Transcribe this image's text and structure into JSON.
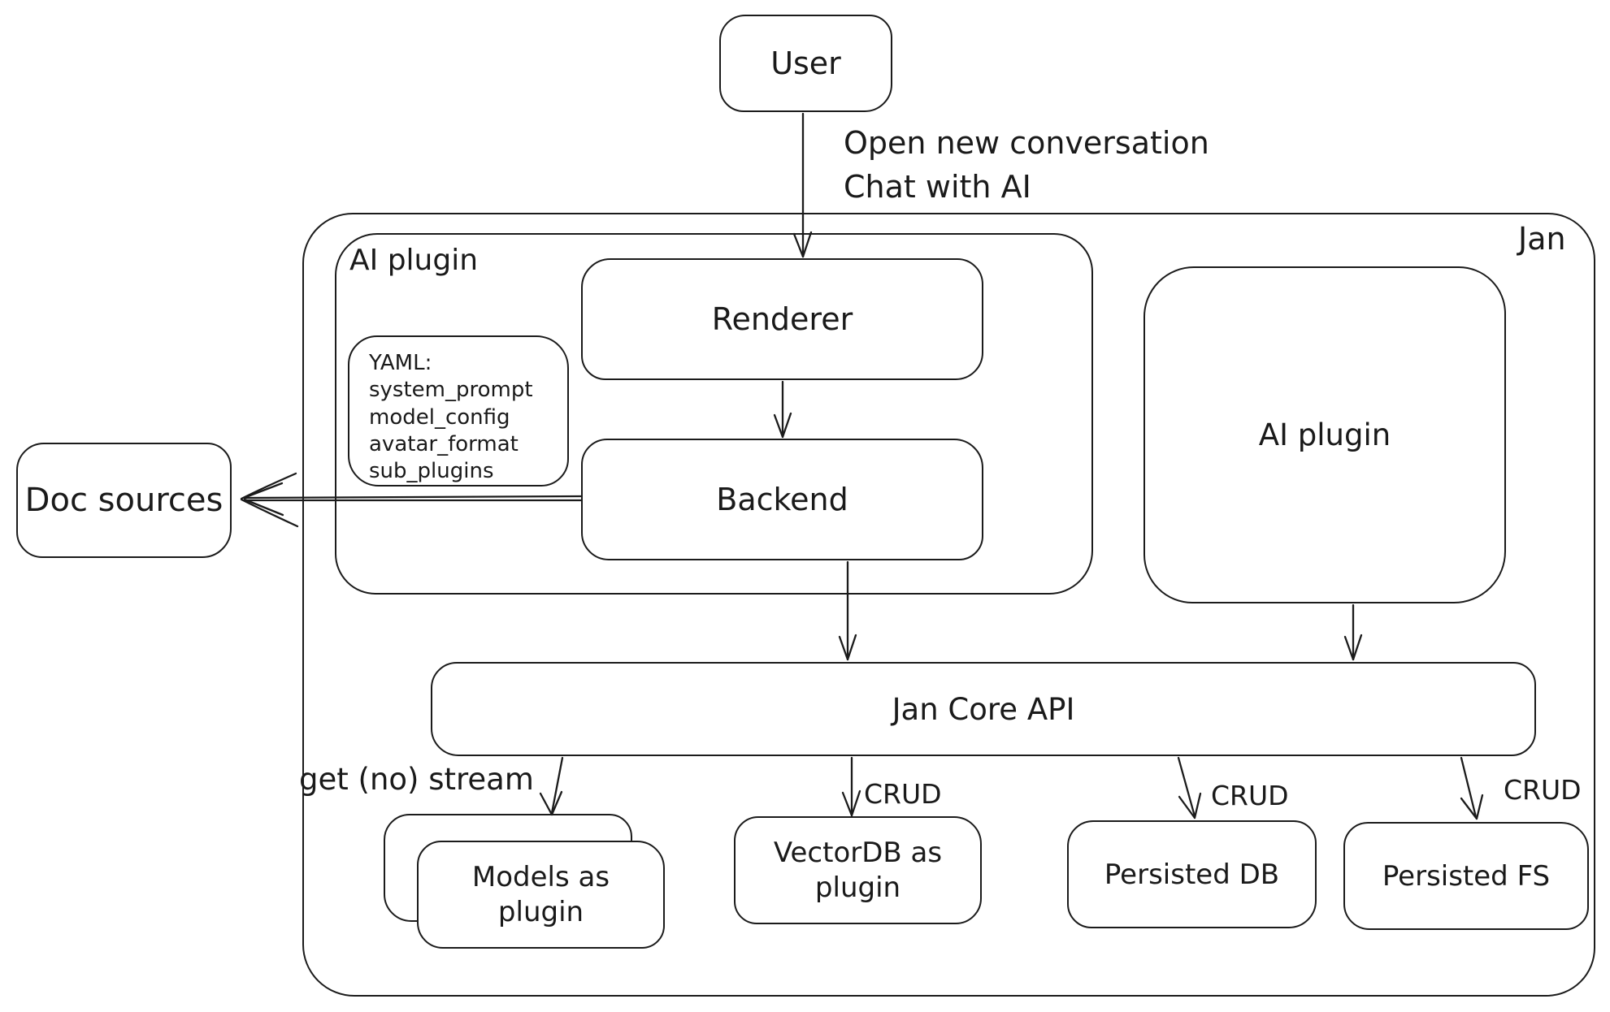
{
  "diagram": {
    "outer": {
      "label": "Jan"
    },
    "nodes": {
      "user": {
        "label": "User"
      },
      "ai_plugin_left": {
        "label": "AI plugin"
      },
      "renderer": {
        "label": "Renderer"
      },
      "backend": {
        "label": "Backend"
      },
      "yaml_note": {
        "lines": [
          "YAML:",
          "system_prompt",
          "model_config",
          "avatar_format",
          "sub_plugins"
        ]
      },
      "doc_sources": {
        "label": "Doc sources"
      },
      "ai_plugin_right": {
        "label": "AI plugin"
      },
      "jan_core_api": {
        "label": "Jan Core API"
      },
      "models_as_plugin": {
        "label": "Models as plugin"
      },
      "vectordb_as_plugin": {
        "label": "VectorDB as plugin"
      },
      "persisted_db": {
        "label": "Persisted DB"
      },
      "persisted_fs": {
        "label": "Persisted FS"
      }
    },
    "edge_labels": {
      "user_action_line1": "Open new conversation",
      "user_action_line2": "Chat with AI",
      "get_stream": "get (no) stream",
      "crud_vectordb": "CRUD",
      "crud_db": "CRUD",
      "crud_fs": "CRUD"
    },
    "colors": {
      "stroke": "#1b1b1b",
      "background": "#ffffff",
      "text": "#1a1a1a"
    }
  }
}
